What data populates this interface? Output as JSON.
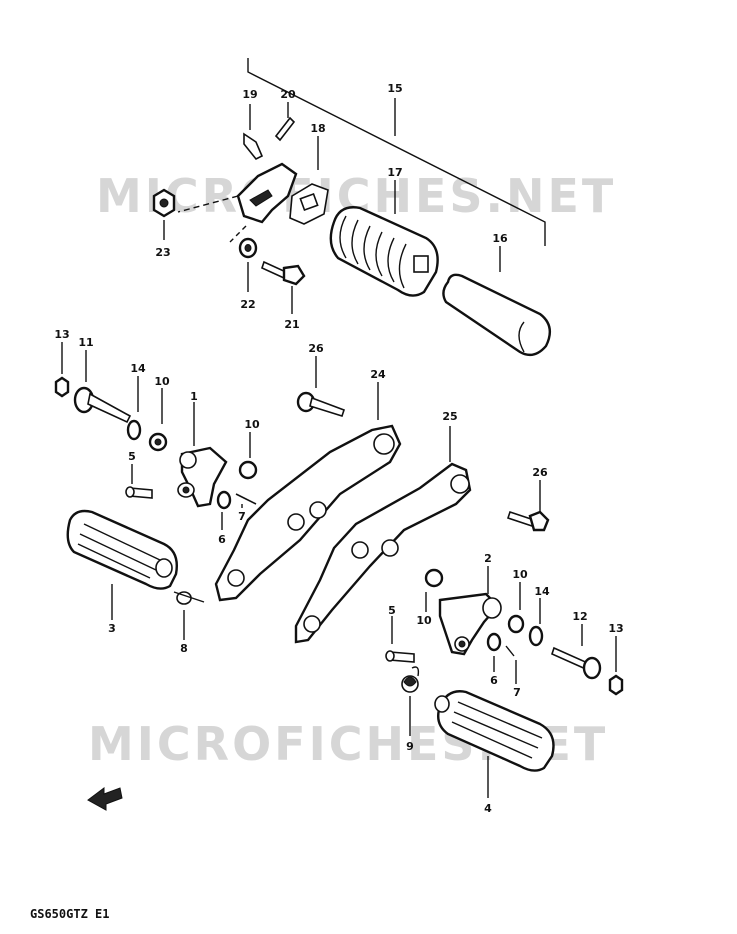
{
  "watermarks": [
    "MICROFICHES.NET",
    "MICROFICHES.NET"
  ],
  "footer_code": "GS650GTZ  E1",
  "callouts": [
    "1",
    "2",
    "3",
    "4",
    "5",
    "5",
    "6",
    "6",
    "7",
    "7",
    "8",
    "9",
    "10",
    "10",
    "10",
    "10",
    "11",
    "12",
    "13",
    "13",
    "14",
    "14",
    "15",
    "16",
    "17",
    "18",
    "19",
    "20",
    "21",
    "22",
    "23",
    "24",
    "25",
    "26",
    "26"
  ],
  "colors": {
    "ink": "#111111",
    "watermark": "#d6d6d6",
    "paper": "#ffffff"
  },
  "icons": [
    "front-direction-arrow-icon"
  ]
}
